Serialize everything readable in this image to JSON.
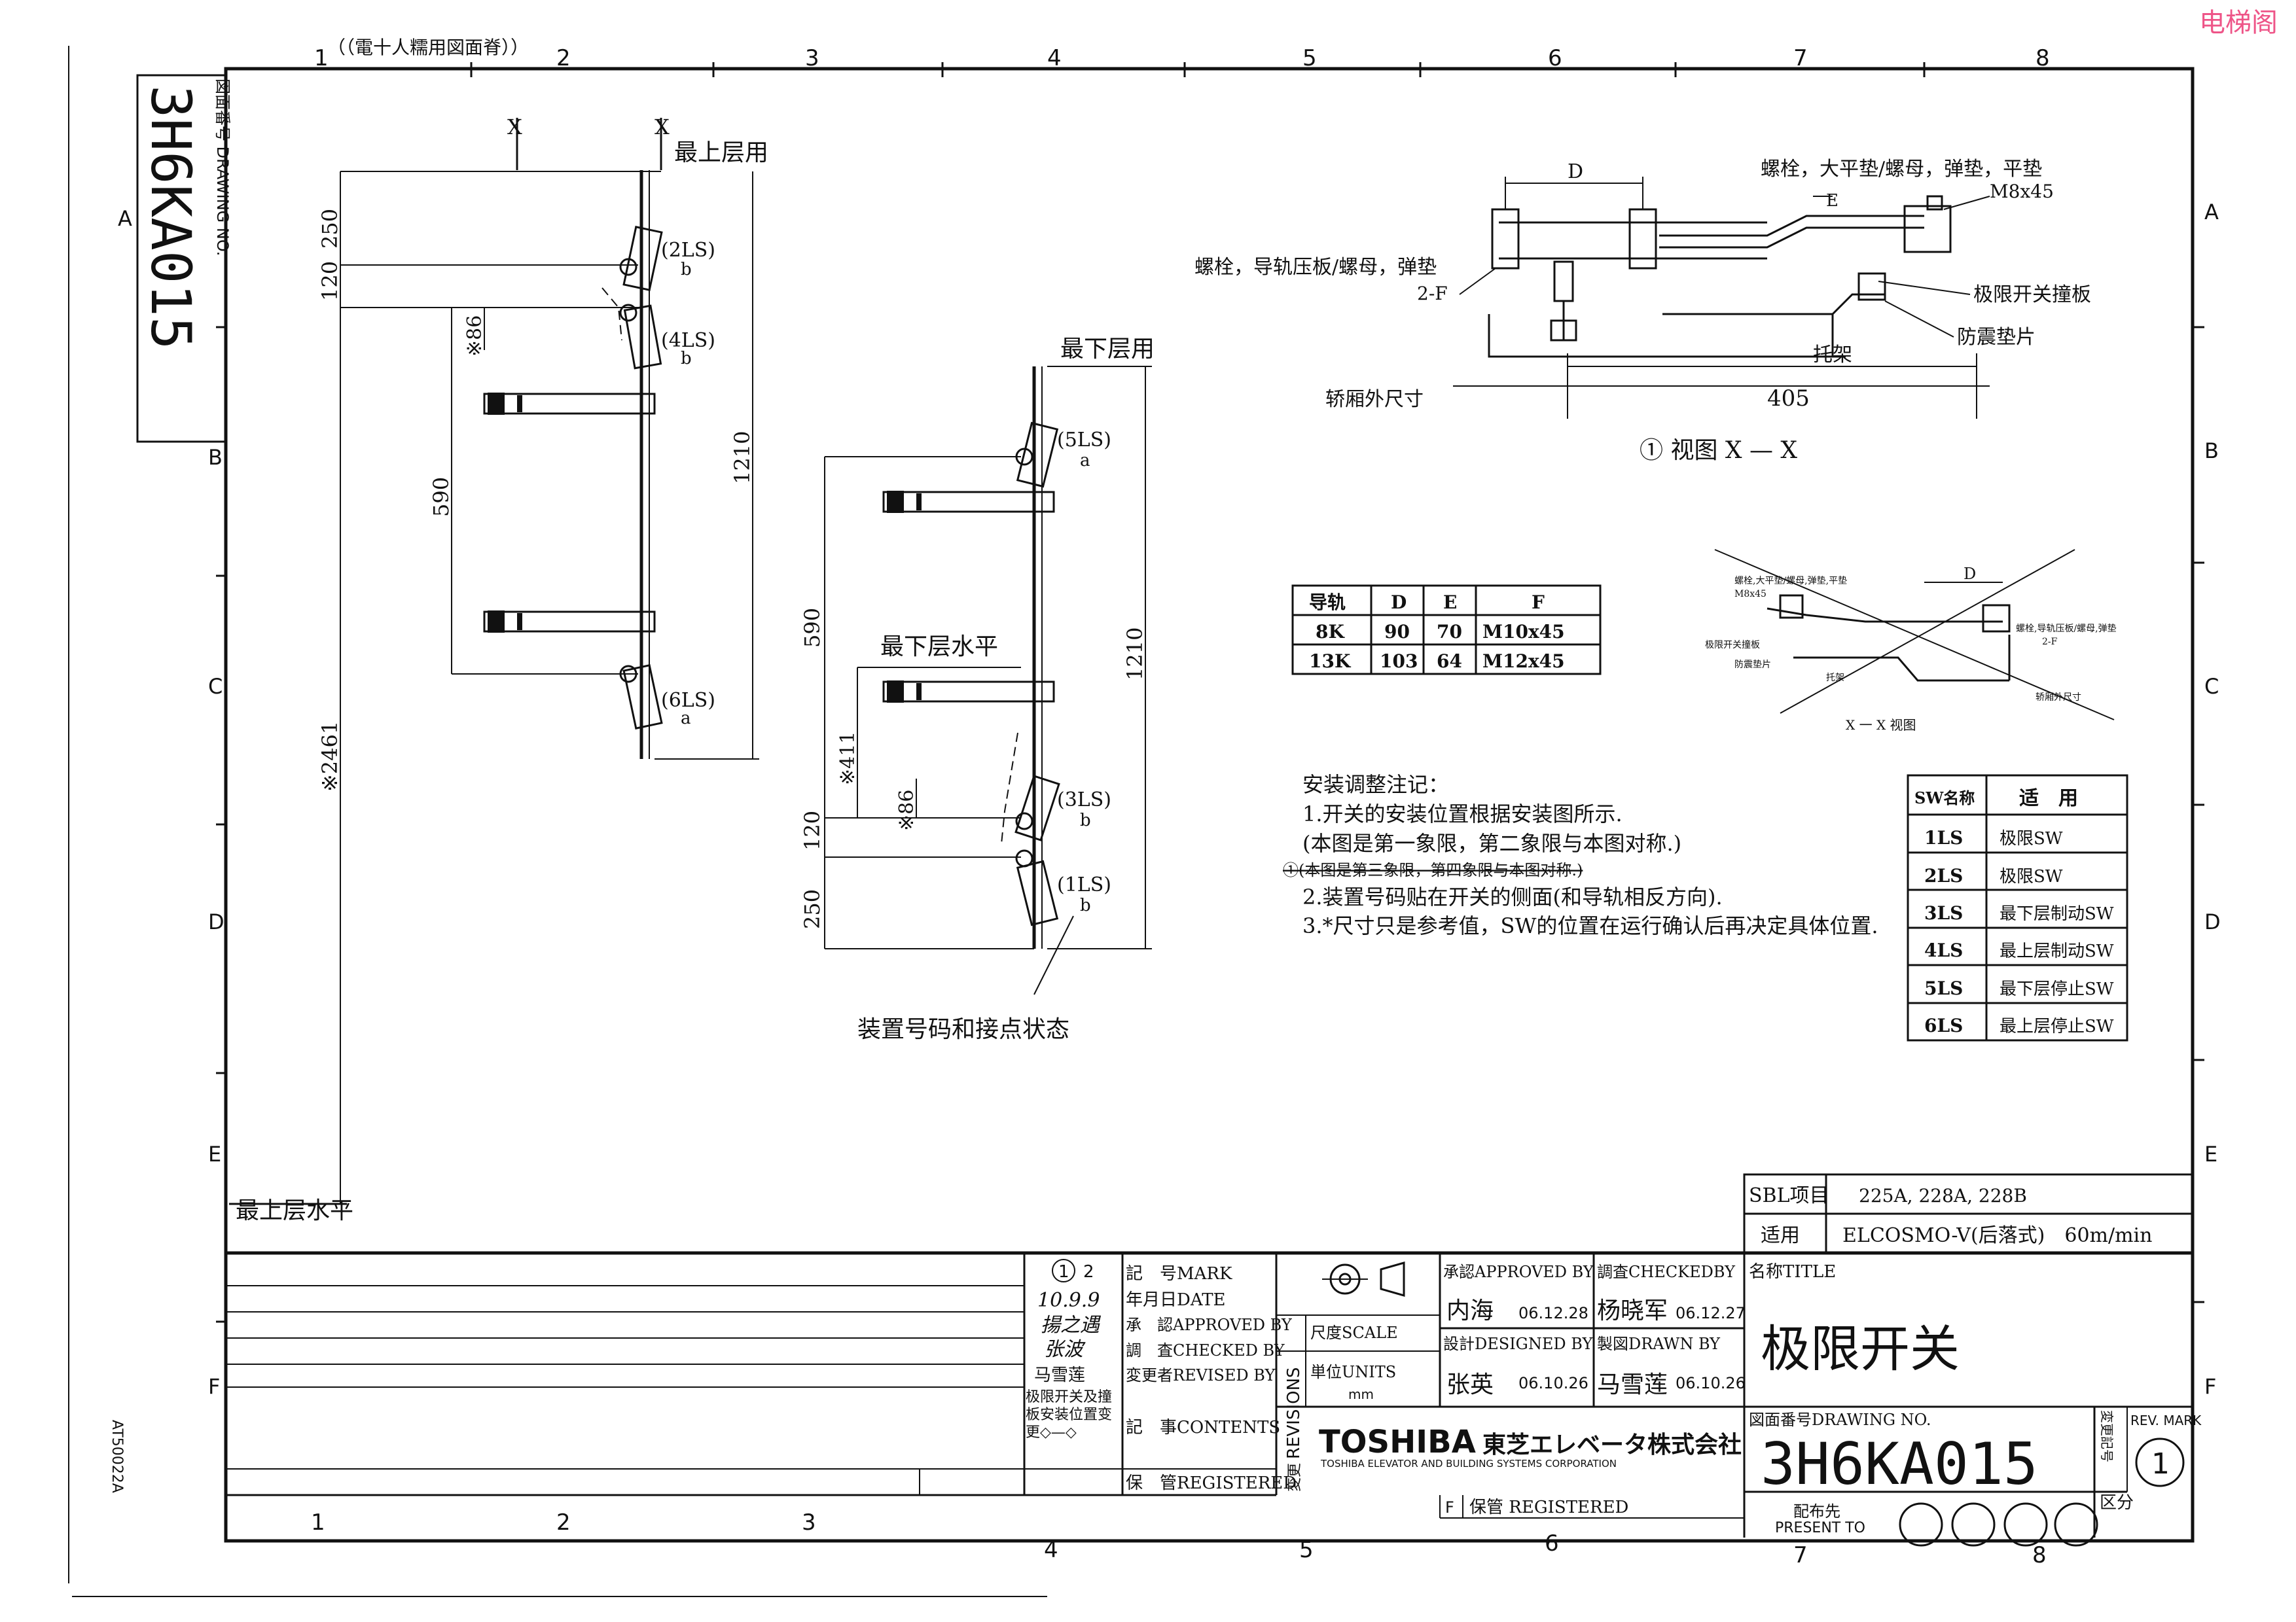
{
  "watermark": "电梯阁",
  "header_note": "（（電十人糯用図面脊））",
  "grid": {
    "cols_top": [
      "1",
      "2",
      "3",
      "4",
      "5",
      "6",
      "7",
      "8"
    ],
    "cols_bottom": [
      "1",
      "2",
      "3",
      "4",
      "5",
      "6",
      "7",
      "8"
    ],
    "rows_left": [
      "A",
      "B",
      "C",
      "D",
      "E",
      "F"
    ],
    "rows_right": [
      "A",
      "B",
      "C",
      "D",
      "E",
      "F"
    ]
  },
  "left_stamp": {
    "label": "図面番号 DRAWING NO.",
    "number": "3H6KA015"
  },
  "side_code": "AT50022A",
  "left_elevation": {
    "top_floor_label": "最上层用",
    "x_mark": "X",
    "bottom_level_label": "最上层水平",
    "switches": [
      {
        "id": "2LS",
        "contact": "b"
      },
      {
        "id": "4LS",
        "contact": "b"
      },
      {
        "id": "6LS",
        "contact": "a"
      }
    ],
    "dims": {
      "d250": "250",
      "d120": "120",
      "d86": "※86",
      "d590": "590",
      "d1210": "1210",
      "d2461": "※2461"
    }
  },
  "right_elevation": {
    "bottom_floor_label": "最下层用",
    "bottom_level_label": "最下层水平",
    "device_note": "装置号码和接点状态",
    "switches": [
      {
        "id": "5LS",
        "contact": "a"
      },
      {
        "id": "3LS",
        "contact": "b"
      },
      {
        "id": "1LS",
        "contact": "b"
      }
    ],
    "dims": {
      "d590": "590",
      "d1210": "1210",
      "d411": "※411",
      "d86": "※86",
      "d120": "120",
      "d250": "250"
    }
  },
  "view_xx": {
    "title": "视图 X — X",
    "callout": "①",
    "labels": {
      "bolt_washer": "螺栓，大平垫/螺母，弹垫，平垫",
      "m8": "M8x45",
      "bolt_clip": "螺栓，导轨压板/螺母，弹垫",
      "two_f": "2-F",
      "cam_plate": "极限开关撞板",
      "damper": "防震垫片",
      "bracket": "托架",
      "car_size": "轿厢外尺寸",
      "dim_d": "D",
      "dim_e": "E",
      "dim_405": "405"
    }
  },
  "small_view": {
    "title": "X 一 X 视图",
    "labels": [
      "螺栓,大平垫/螺母,弹垫,平垫",
      "M8x45",
      "螺栓,导轨压板/螺母,弹垫",
      "2-F",
      "极限开关撞板",
      "防震垫片",
      "托架",
      "轿厢外尺寸",
      "D"
    ]
  },
  "rail_table": {
    "headers": [
      "导轨",
      "D",
      "E",
      "F"
    ],
    "rows": [
      [
        "8K",
        "90",
        "70",
        "M10x45"
      ],
      [
        "13K",
        "103",
        "64",
        "M12x45"
      ]
    ]
  },
  "notes": {
    "title": "安装调整注记：",
    "lines": [
      "1.开关的安装位置根据安装图所示.",
      "(本图是第一象限，第二象限与本图对称.)",
      "①(本图是第三象限，第四象限与本图对称.)",
      "2.装置号码贴在开关的侧面(和导轨相反方向).",
      "3.*尺寸只是参考值，SW的位置在运行确认后再决定具体位置."
    ]
  },
  "sw_table": {
    "headers": [
      "SW名称",
      "适　用"
    ],
    "rows": [
      [
        "1LS",
        "极限SW"
      ],
      [
        "2LS",
        "极限SW"
      ],
      [
        "3LS",
        "最下层制动SW"
      ],
      [
        "4LS",
        "最上层制动SW"
      ],
      [
        "5LS",
        "最下层停止SW"
      ],
      [
        "6LS",
        "最上层停止SW"
      ]
    ]
  },
  "title_block": {
    "sbl_label": "SBL项目",
    "sbl_value": "225A, 228A, 228B",
    "apply_label": "适用",
    "apply_value": "ELCOSMO-V(后落式)　60m/min",
    "title_label": "名称TITLE",
    "title_value": "极限开关",
    "approved_label": "承認APPROVED BY",
    "approved_name": "内海",
    "approved_date": "06.12.28",
    "checked_label": "調査CHECKEDBY",
    "checked_name": "杨晓军",
    "checked_date": "06.12.27",
    "designed_label": "設計DESIGNED BY",
    "designed_name": "张英",
    "designed_date": "06.10.26",
    "drawn_label": "製図DRAWN BY",
    "drawn_name": "马雪莲",
    "drawn_date": "06.10.26",
    "scale_label": "尺度SCALE",
    "units_label": "単位UNITS",
    "units_value": "mm",
    "company": "TOSHIBA",
    "company_jp": "東芝エレベータ株式会社",
    "company_en": "TOSHIBA ELEVATOR AND BUILDING SYSTEMS CORPORATION",
    "dwg_label": "図面番号DRAWING NO.",
    "dwg_no": "3H6KA015",
    "rev_label": "変更記号",
    "rev_mark_label": "REV. MARK",
    "rev_value": "1",
    "present_label": "配布先",
    "present_en": "PRESENT TO",
    "kubun": "区分",
    "registered_label": "保管 REGISTERED",
    "registered_prefix": "F"
  },
  "revision_block": {
    "marks": [
      "1",
      "2"
    ],
    "mark_label": "記　号MARK",
    "date_label": "年月日DATE",
    "approved_label": "承　認APPROVED BY",
    "checked_label": "調　査CHECKED BY",
    "revised_label": "変更者REVISED BY",
    "contents_label": "記　事CONTENTS",
    "registered_label": "保　管REGISTERED",
    "revisions_vertical": "REVISIONS",
    "henko_vertical": "変更",
    "date_value": "10.9.9",
    "revised_name": "马雪莲",
    "contents_value": "极限开关及撞板安装位置变更◇—◇"
  }
}
